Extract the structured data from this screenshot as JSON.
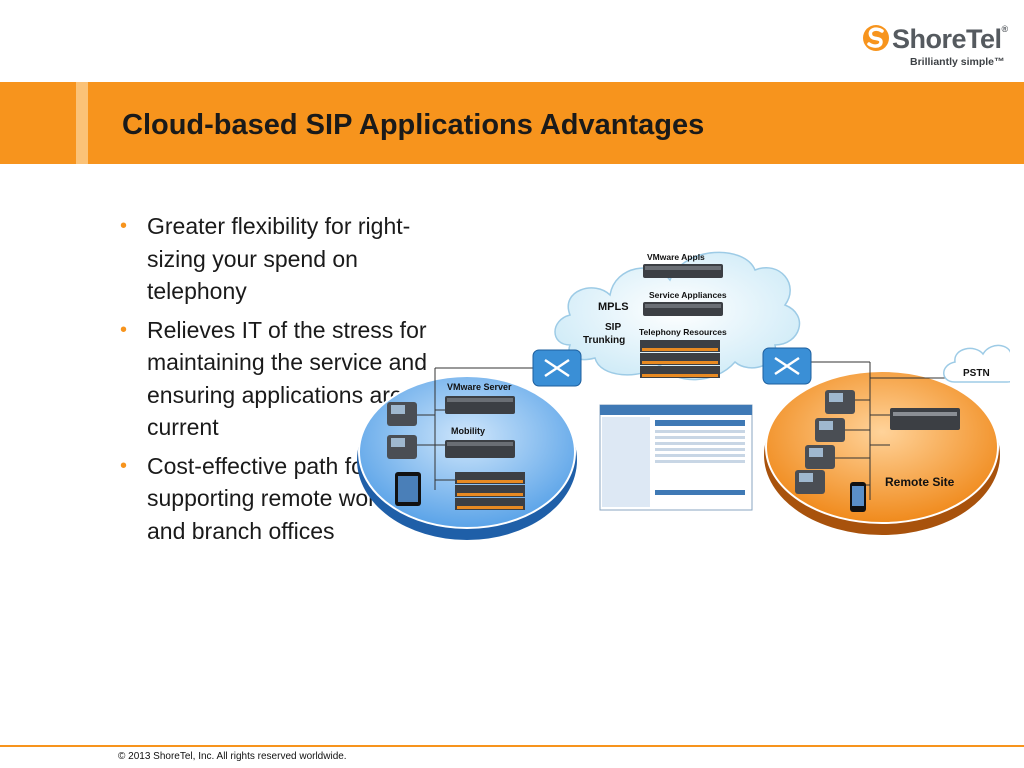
{
  "brand": {
    "name": "ShoreTel",
    "trademark": "®",
    "tagline": "Brilliantly simple™",
    "accent": "#f7941d"
  },
  "slide": {
    "title": "Cloud-based SIP Applications Advantages"
  },
  "bullets": [
    {
      "text": "Greater flexibility for right-sizing your spend on telephony"
    },
    {
      "text": "Relieves IT of the stress for maintaining the service and ensuring applications are current"
    },
    {
      "text": "Cost-effective path for supporting remote workers and branch offices"
    }
  ],
  "diagram": {
    "cloud": {
      "mpls": "MPLS",
      "sip_line1": "SIP",
      "sip_line2": "Trunking",
      "vmware_apps": "VMware Appls",
      "service_appliances": "Service Appliances",
      "telephony_resources": "Telephony Resources"
    },
    "hq": {
      "vmware_server": "VMware Server",
      "mobility": "Mobility"
    },
    "pstn": "PSTN",
    "remote_site": "Remote Site"
  },
  "footer": {
    "copyright": "© 2013 ShoreTel, Inc. All rights reserved worldwide."
  }
}
